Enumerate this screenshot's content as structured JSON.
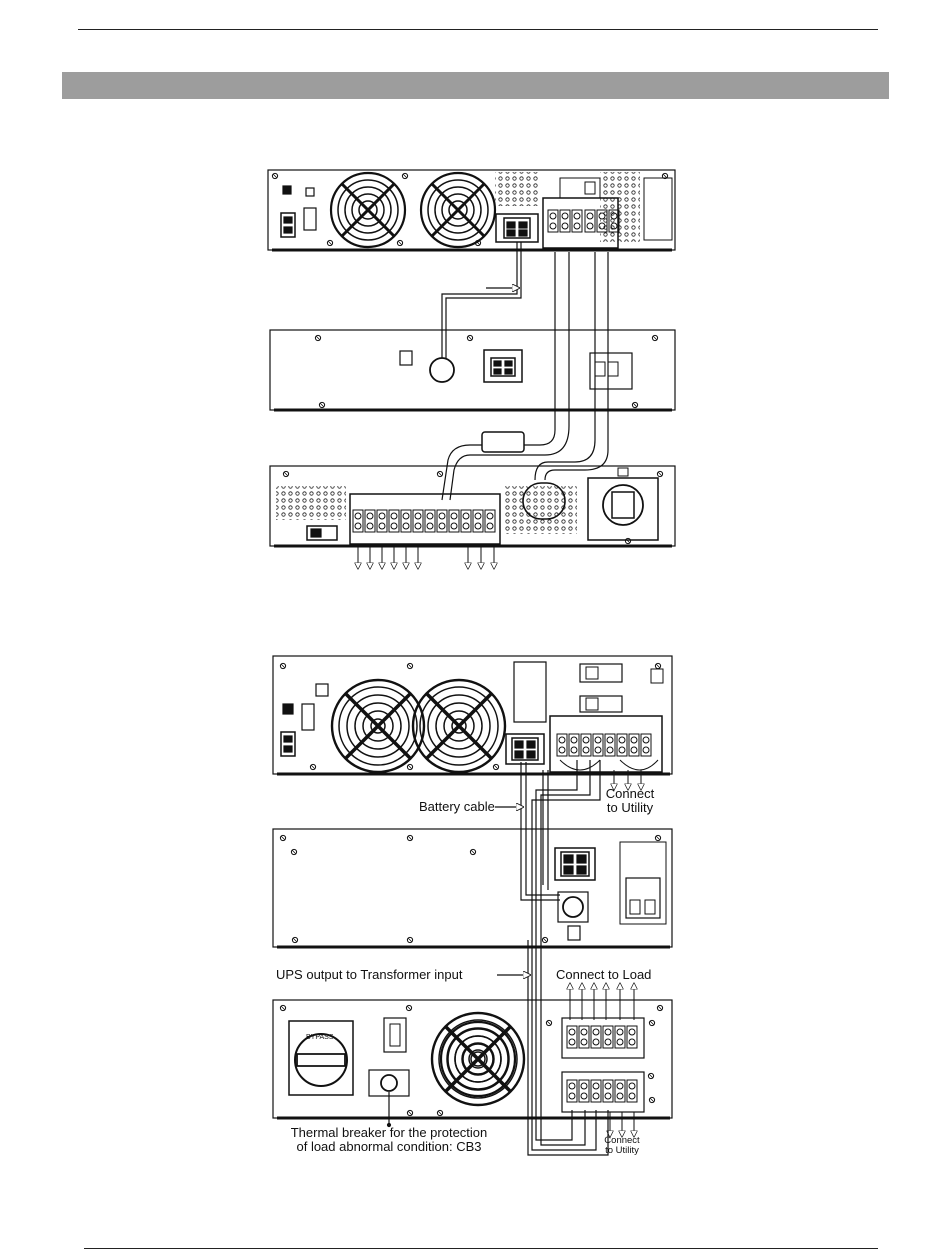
{
  "figure_2": {
    "battery_cable_label": "Battery cable",
    "connect_utility_line1": "Connect",
    "connect_utility_line2": "to Utility",
    "ups_to_transformer_label": "UPS output to Transformer input",
    "connect_load_label": "Connect to Load",
    "thermal_breaker_line1": "Thermal breaker for the protection",
    "thermal_breaker_line2": "of load abnormal condition: CB3",
    "connect_utility_small_line1": "Connect",
    "connect_utility_small_line2": "to Utility",
    "bypass_label": "BYPASS"
  }
}
